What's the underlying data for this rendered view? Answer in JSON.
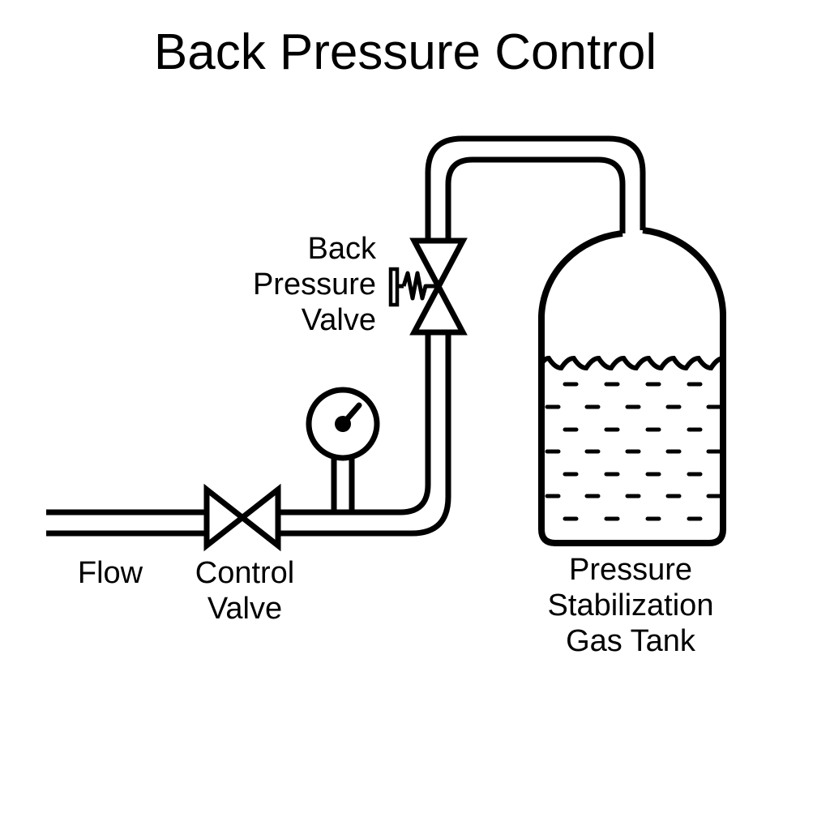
{
  "title": "Back Pressure Control",
  "colors": {
    "line": "#000000",
    "background": "#ffffff"
  },
  "labels": {
    "flow": "Flow",
    "control_valve": {
      "line1": "Control",
      "line2": "Valve"
    },
    "back_pressure_valve": {
      "line1": "Back",
      "line2": "Pressure",
      "line3": "Valve"
    },
    "gas_tank": {
      "line1": "Pressure",
      "line2": "Stabilization",
      "line3": "Gas Tank"
    }
  },
  "symbols": [
    {
      "name": "control-valve-symbol",
      "shape": "bowtie-valve-horizontal"
    },
    {
      "name": "back-pressure-valve-symbol",
      "shape": "bowtie-valve-vertical-with-spring"
    },
    {
      "name": "pressure-gauge-symbol",
      "shape": "circular-gauge-with-needle"
    },
    {
      "name": "gas-tank-symbol",
      "shape": "dome-top-tank-with-wavy-liquid"
    }
  ]
}
